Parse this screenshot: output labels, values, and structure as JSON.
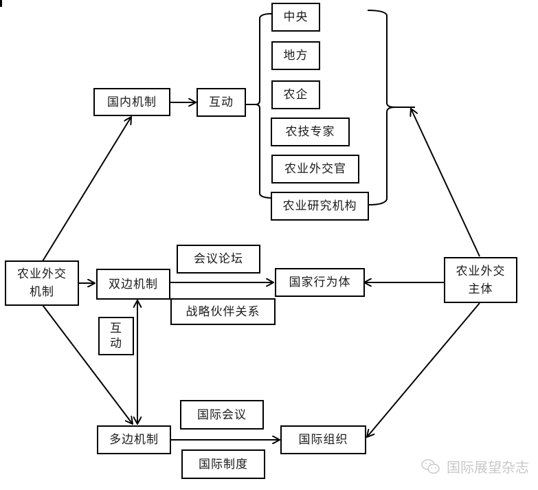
{
  "diagram": {
    "nodes": {
      "ag_mechanism": "农业外交\n机制",
      "domestic": "国内机制",
      "interaction_top": "互动",
      "central": "中央",
      "local": "地方",
      "ag_enterprise": "农企",
      "ag_tech_experts": "农技专家",
      "ag_diplomats": "农业外交官",
      "ag_research": "农业研究机构",
      "bilateral": "双边机制",
      "conference_forum": "会议论坛",
      "strategic_partnership": "战略伙伴关系",
      "state_actor": "国家行为体",
      "ag_subject": "农业外交\n主体",
      "interaction_side": "互\n动",
      "multilateral": "多边机制",
      "intl_conference": "国际会议",
      "intl_institution": "国际制度",
      "intl_org": "国际组织"
    },
    "edges": [
      {
        "from": "ag_mechanism",
        "to": "domestic"
      },
      {
        "from": "domestic",
        "to": "interaction_top"
      },
      {
        "from": "interaction_top",
        "to": "domestic_group",
        "type": "brace"
      },
      {
        "from": "ag_mechanism",
        "to": "bilateral"
      },
      {
        "from": "ag_mechanism",
        "to": "multilateral"
      },
      {
        "from": "bilateral",
        "to": "multilateral",
        "type": "bidirectional"
      },
      {
        "from": "bilateral",
        "to": "state_actor"
      },
      {
        "from": "multilateral",
        "to": "intl_org"
      },
      {
        "from": "ag_subject",
        "to": "state_actor"
      },
      {
        "from": "ag_subject",
        "to": "intl_org"
      },
      {
        "from": "ag_subject",
        "to": "domestic_group"
      }
    ]
  },
  "watermark": {
    "icon": "wechat-icon",
    "text": "国际展望杂志"
  }
}
